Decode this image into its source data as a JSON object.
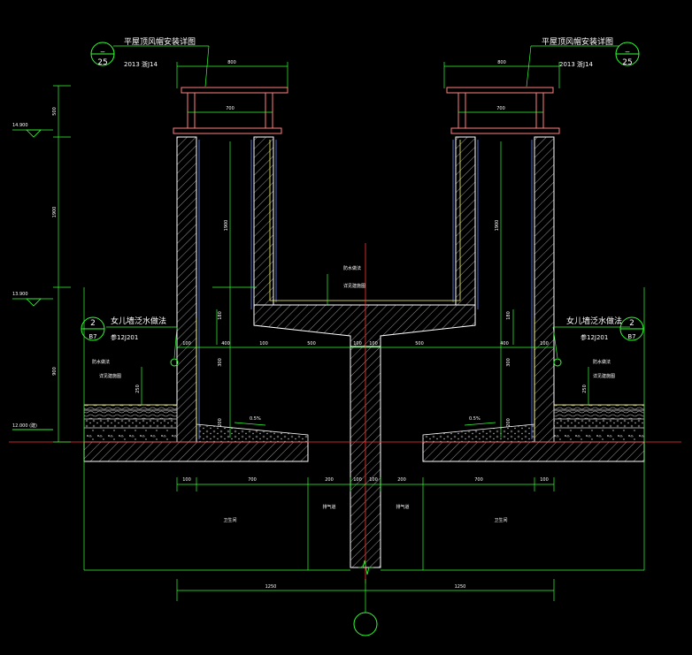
{
  "colors": {
    "background": "#000000",
    "wall": "#ffffff",
    "dimension": "#33ff33",
    "cap": "#ff8080",
    "axis": "#ff3333",
    "finish": "#ffff66",
    "hatch": "#bbbbbb",
    "inner": "#6688ff"
  },
  "callouts": {
    "left_top": {
      "circle_top": "_",
      "circle_bottom": "25",
      "title": "平屋顶风帽安装详图",
      "ref": "2013 浙J14"
    },
    "right_top": {
      "circle_top": "_",
      "circle_bottom": "25",
      "title": "平屋顶风帽安装详图",
      "ref": "2013 浙J14"
    },
    "left_parapet": {
      "circle_top": "2",
      "circle_bottom": "B7",
      "title": "女儿墙泛水做法",
      "ref": "参12J201"
    },
    "right_parapet": {
      "circle_top": "2",
      "circle_bottom": "B7",
      "title": "女儿墙泛水做法",
      "ref": "参12J201"
    }
  },
  "elevations": {
    "top": "14.900",
    "middle": "13.900",
    "bottom": "12.000 (建)"
  },
  "dimensions": {
    "cap_width_left": "800",
    "cap_width_right": "800",
    "inner_width_left": "700",
    "inner_width_right": "700",
    "vertical_1": "500",
    "vertical_2": "1900",
    "vertical_3": "900",
    "shaft_height_left": "1900",
    "shaft_height_right": "1900",
    "slab_left": "180",
    "slab_right": "180",
    "v300_left": "300",
    "v300_right": "300",
    "v250_left": "250",
    "v250_right": "250",
    "v200_left": "200",
    "v200_right": "200",
    "row_a": [
      "100",
      "400",
      "100",
      "500",
      "100",
      "100",
      "500",
      "400",
      "100"
    ],
    "row_b": [
      "100",
      "700",
      "200",
      "100",
      "100",
      "200",
      "700",
      "100"
    ],
    "total_left": "1250",
    "total_right": "1250"
  },
  "labels": {
    "waterproof_left": "防水做法",
    "waterproof_left_sub": "详见建施图",
    "waterproof_center": "防水做法",
    "waterproof_center_sub": "详见建施图",
    "waterproof_right": "防水做法",
    "waterproof_right_sub": "详见建施图",
    "slope_left": "0.5%",
    "slope_right": "0.5%",
    "room_left": "卫生间",
    "room_right": "卫生间",
    "shaft_left": "排气道",
    "shaft_right": "排气道"
  },
  "axis_bubble": ""
}
